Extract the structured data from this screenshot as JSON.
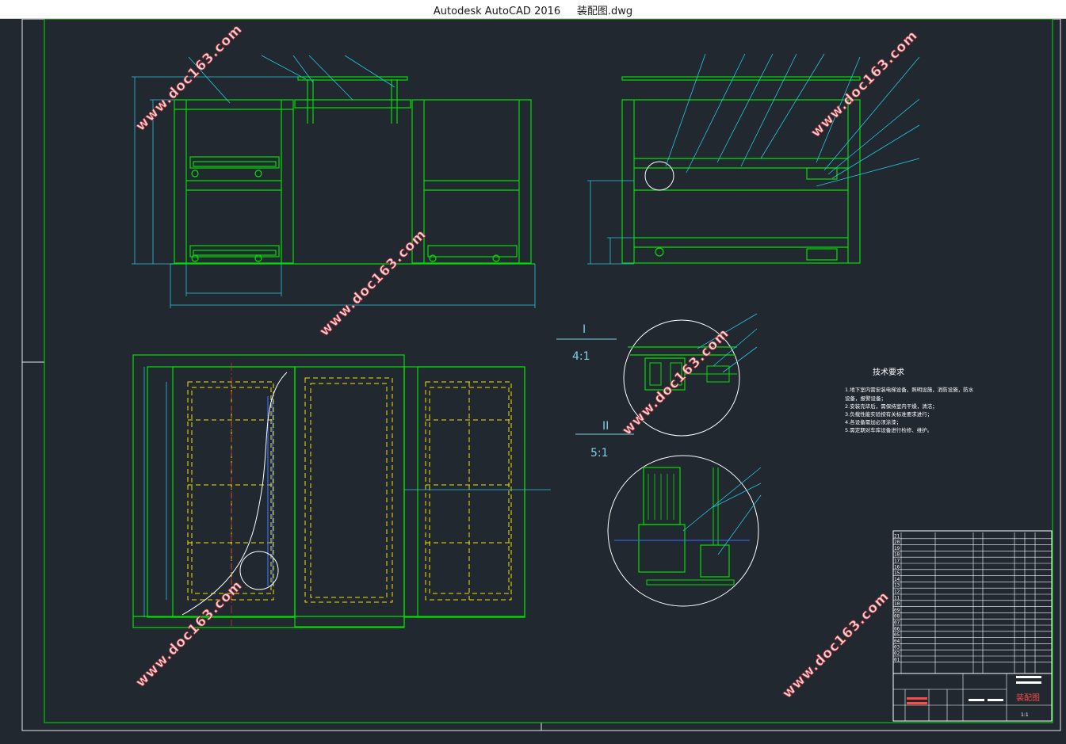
{
  "window": {
    "title": "Autodesk AutoCAD 2016     装配图.dwg"
  },
  "watermark": {
    "text": "www.doc163.com"
  },
  "technical_requirements": {
    "title": "技术要求",
    "lines": [
      "1.地下室内需安装电梯设备，照明设施，消防设施，防水",
      "设备，报警设备；",
      "2.安装完毕后，需保持室内干燥，清洁；",
      "3.负载性能实验按有关标准要求进行；",
      "4.各设备需加必须涂漆；",
      "5.需定期对车库设备进行检修、维护。"
    ]
  },
  "details": {
    "detail_1_label": "I",
    "detail_1_scale": "4:1",
    "detail_2_label": "II",
    "detail_2_scale": "5:1"
  },
  "bom": {
    "row_numbers": [
      "21",
      "20",
      "19",
      "18",
      "17",
      "16",
      "15",
      "14",
      "13",
      "12",
      "11",
      "10",
      "09",
      "08",
      "07",
      "06",
      "05",
      "04",
      "03",
      "02",
      "01"
    ]
  },
  "title_block": {
    "drawing_title": "装配图",
    "scale": "1:1"
  },
  "colors": {
    "background": "#212830",
    "frame": "#00e000",
    "annotation": "#27c6e0",
    "dashed": "#f2e200",
    "watermark": "#f3d6d8"
  }
}
